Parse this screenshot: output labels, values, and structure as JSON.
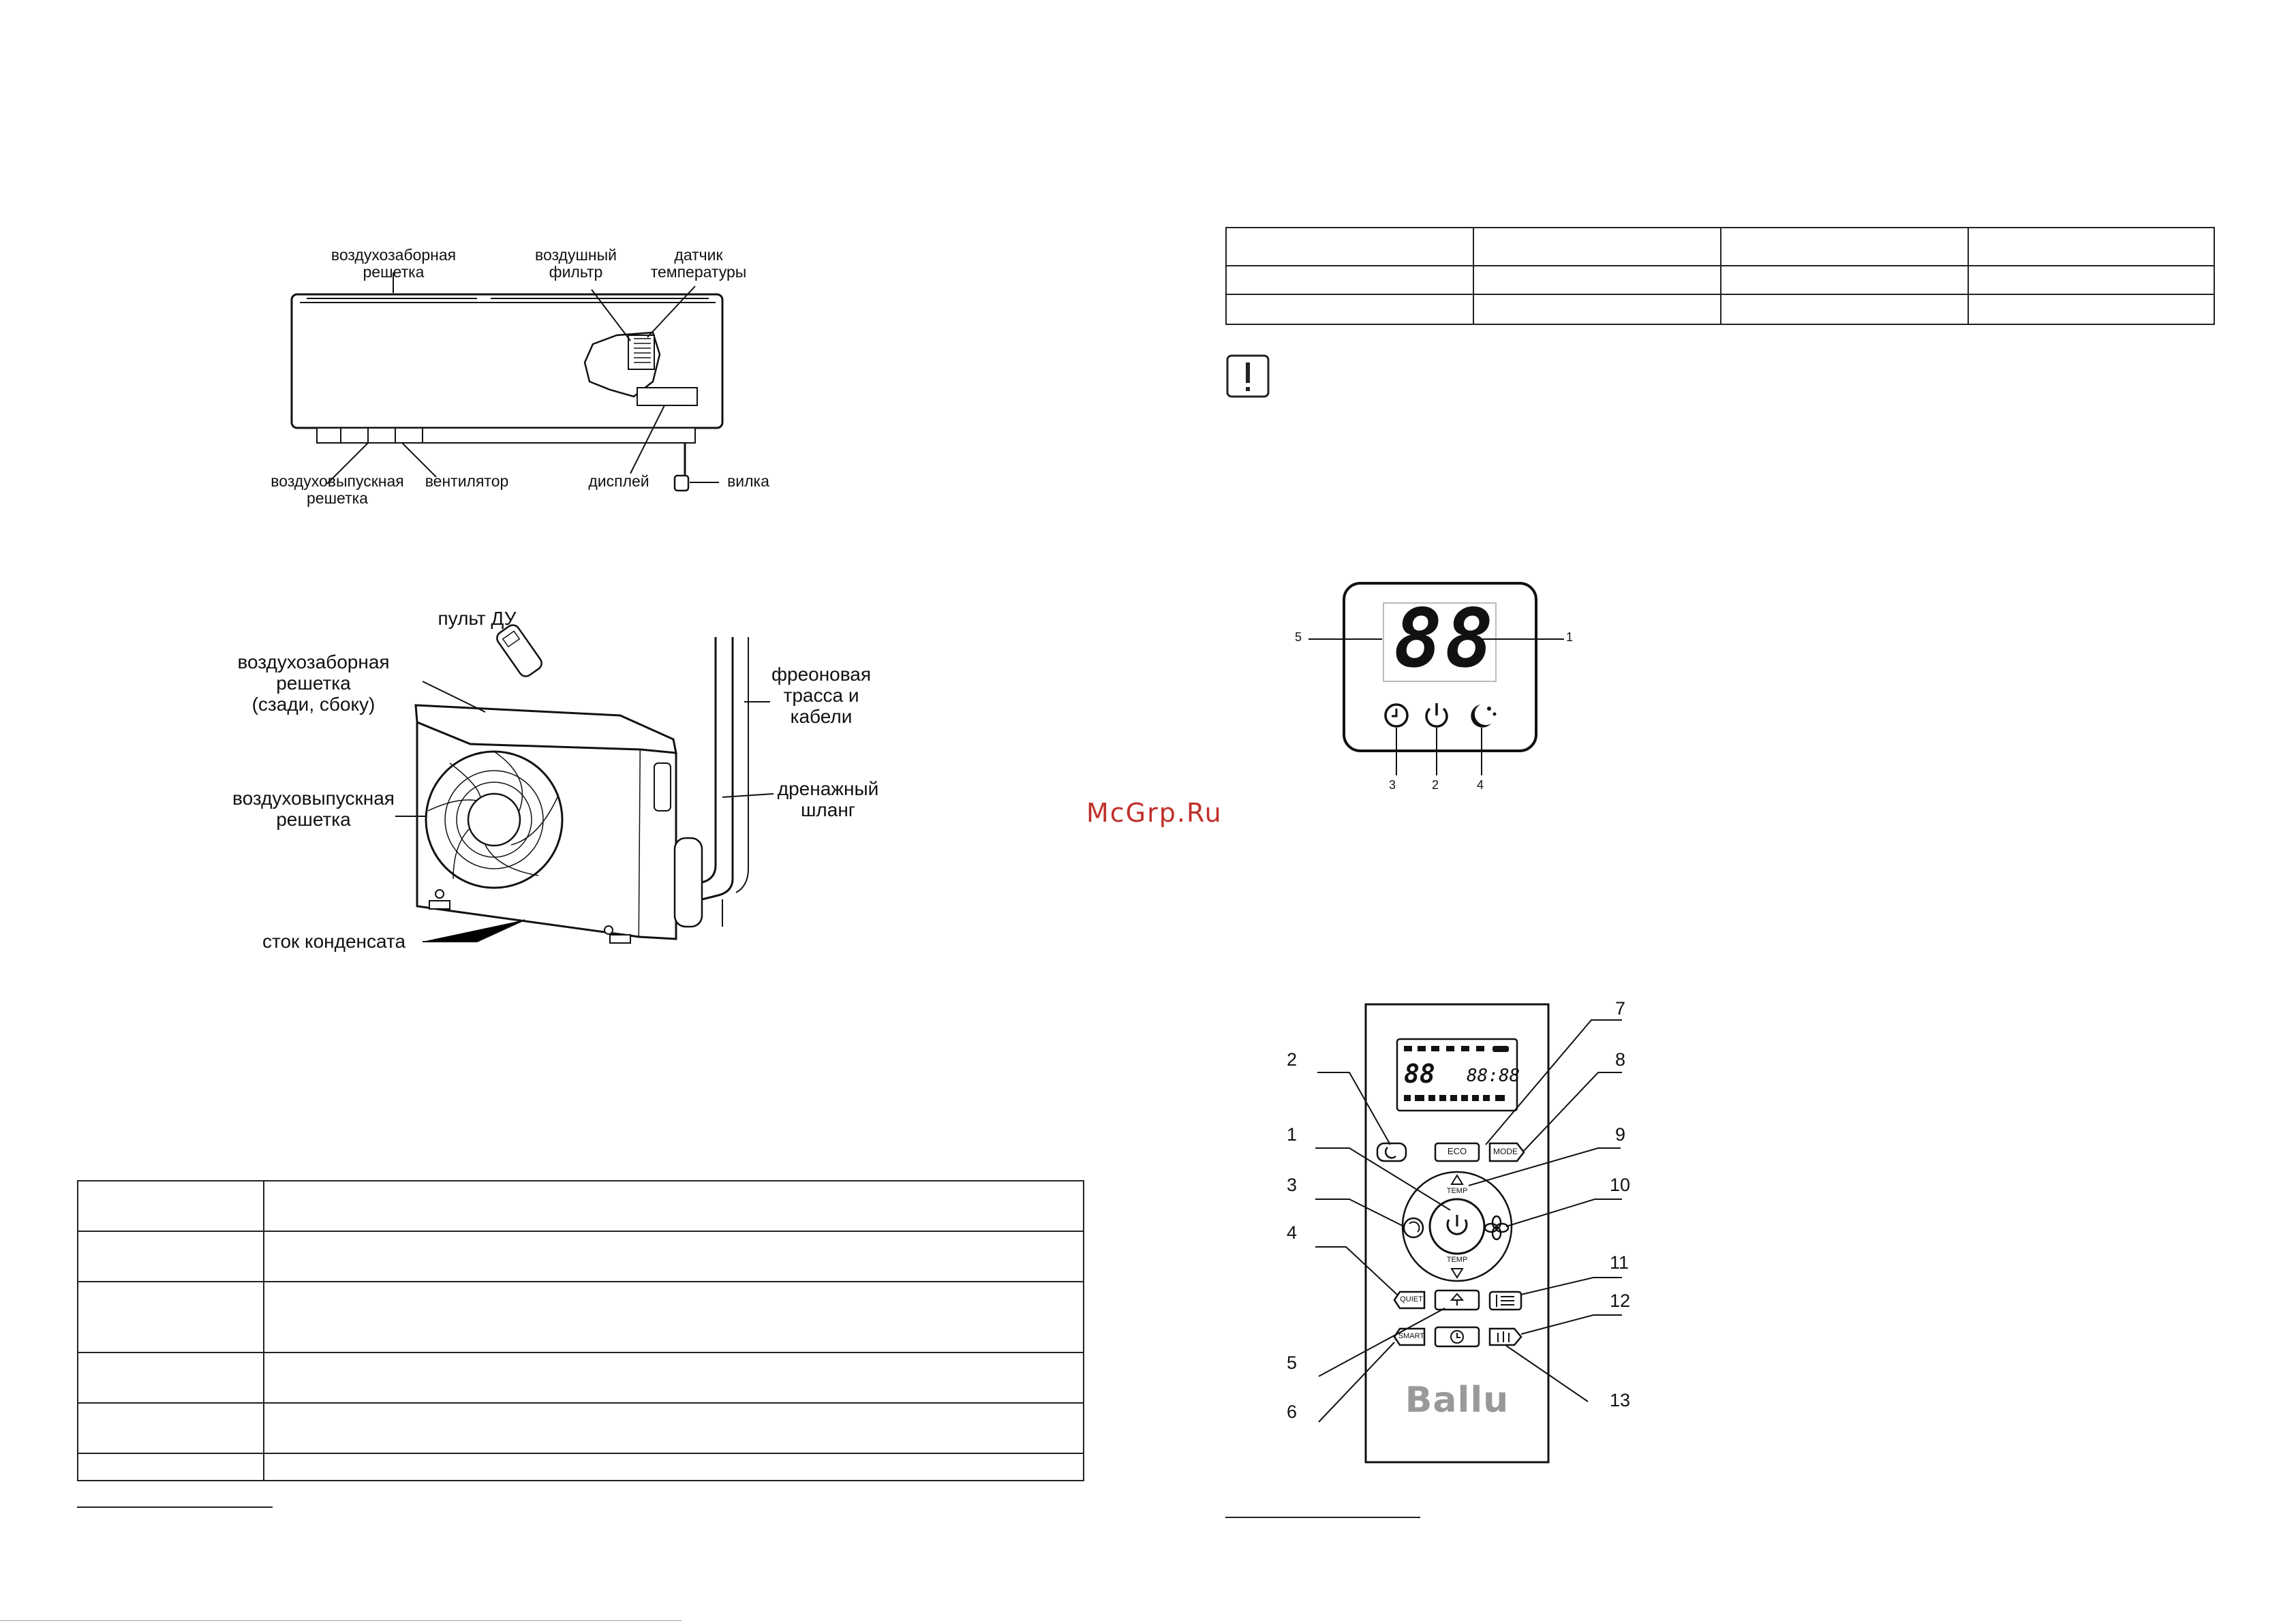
{
  "indoor_unit": {
    "labels": {
      "air_intake_grille": "воздухозаборная\nрешетка",
      "air_filter": "воздушный\nфильтр",
      "temp_sensor": "датчик\nтемпературы",
      "air_outlet_grille": "воздуховыпускная\nрешетка",
      "fan": "вентилятор",
      "display": "дисплей",
      "plug": "вилка"
    }
  },
  "outdoor_unit": {
    "labels": {
      "remote": "пульт ДУ",
      "air_intake_grille": "воздухозаборная\nрешетка\n(сзади, сбоку)",
      "refrigerant_line": "фреоновая\nтрасса и\nкабели",
      "air_outlet_grille": "воздуховыпускная\nрешетка",
      "drain_hose": "дренажный\nшланг",
      "condensate_drain": "сток конденсата"
    }
  },
  "watermark": "McGrp.Ru",
  "display_panel": {
    "digits": "88",
    "callouts": [
      "1",
      "2",
      "3",
      "4",
      "5"
    ]
  },
  "remote_control": {
    "brand": "Ballu",
    "buttons": {
      "eco": "ECO",
      "mode": "MODE",
      "temp": "TEMP",
      "quiet": "QUIET",
      "smart": "SMART"
    },
    "lcd": {
      "digits_left": "88",
      "digits_right": "88:88"
    },
    "callouts": [
      "1",
      "2",
      "3",
      "4",
      "5",
      "6",
      "7",
      "8",
      "9",
      "10",
      "11",
      "12",
      "13"
    ]
  }
}
